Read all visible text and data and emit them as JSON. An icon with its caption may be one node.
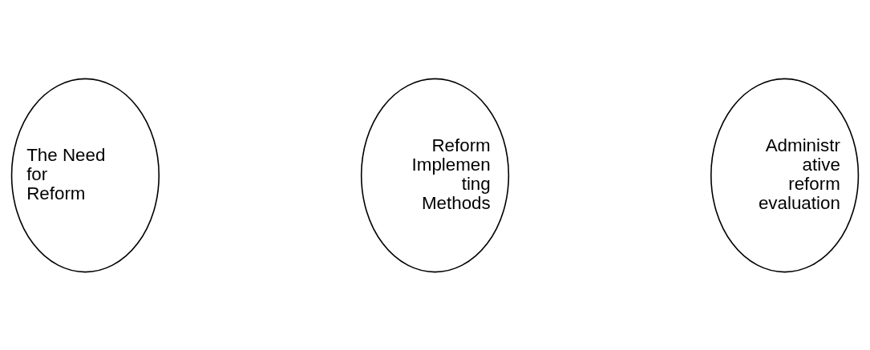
{
  "diagram": {
    "nodes": [
      {
        "text": [
          "Reform Implemen ting Methods"
        ]
      },
      {
        "text": [
          "The Need for Reform"
        ]
      },
      {
        "text": [
          "Administr ative reform evaluation"
        ]
      }
    ]
  }
}
